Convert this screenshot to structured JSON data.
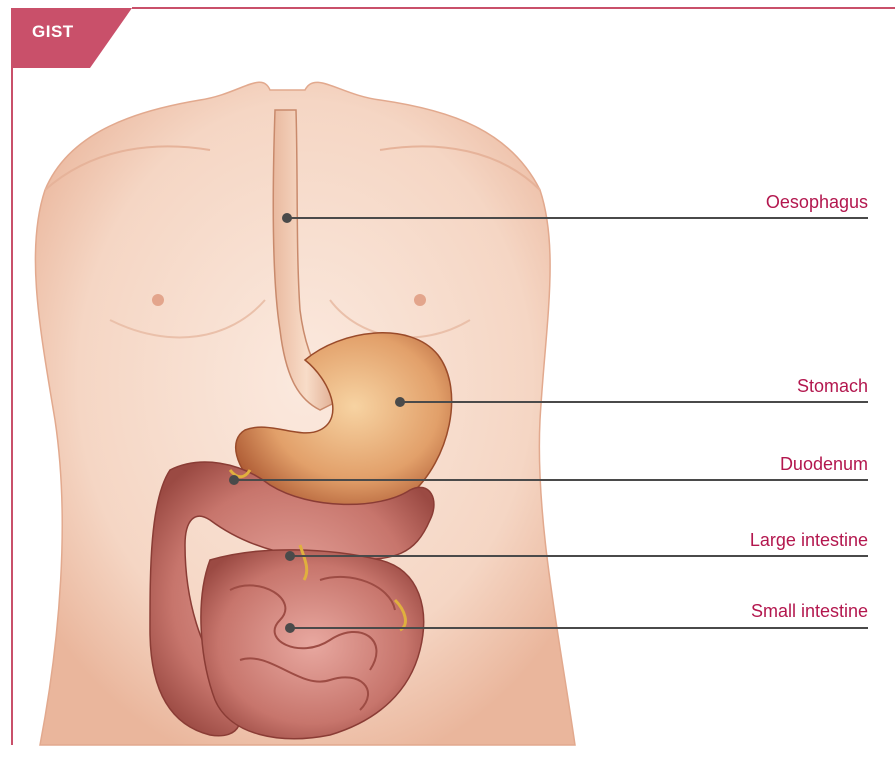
{
  "tag": {
    "label": "GIST"
  },
  "labels": [
    {
      "id": "oesophagus",
      "text": "Oesophagus"
    },
    {
      "id": "stomach",
      "text": "Stomach"
    },
    {
      "id": "duodenum",
      "text": "Duodenum"
    },
    {
      "id": "large_intestine",
      "text": "Large intestine"
    },
    {
      "id": "small_intestine",
      "text": "Small intestine"
    }
  ],
  "colors": {
    "accent": "#c9506a",
    "label_text": "#b3174e",
    "leader_line": "#4a4a4a",
    "skin": "#f6dccd",
    "organ": "#d98b5f",
    "intestine": "#c9756a"
  }
}
